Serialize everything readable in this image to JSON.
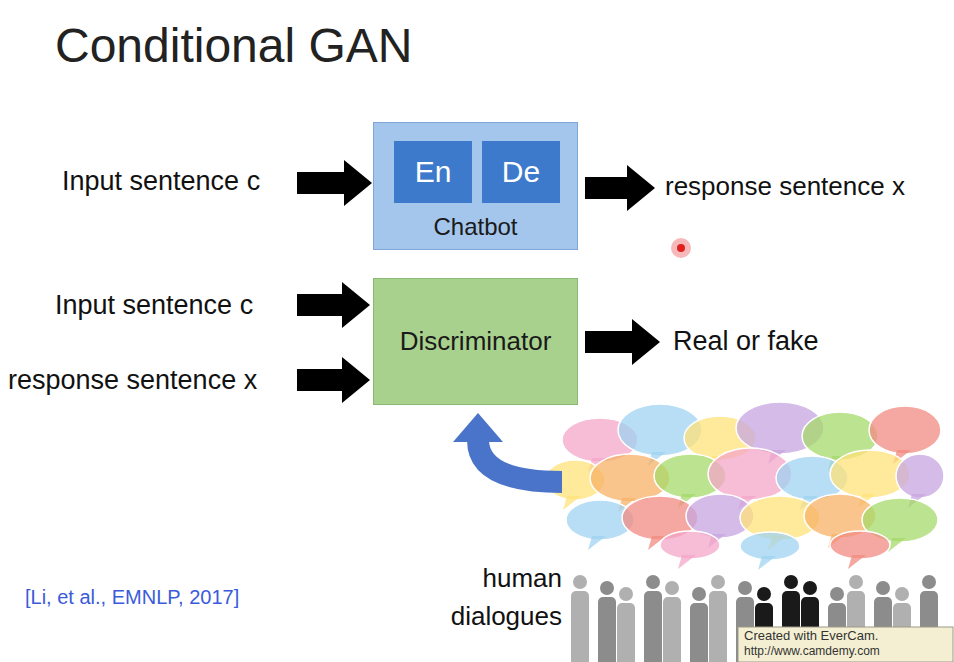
{
  "diagram": {
    "title": "Conditional GAN",
    "nodes": [
      {
        "text": [
          "Chatbot"
        ]
      },
      {
        "text": [
          "En"
        ],
        "in": 0
      },
      {
        "text": [
          "De"
        ],
        "in": 0
      },
      {
        "text": [
          "Discriminator"
        ]
      }
    ],
    "labels": [
      "Input sentence c",
      "response sentence x",
      "Input sentence c",
      "response sentence x",
      "Real or fake",
      "human dialogues",
      "[Li, et al., EMNLP, 2017]",
      "Created with EverCam.",
      "http://www.camdemy.com"
    ]
  }
}
